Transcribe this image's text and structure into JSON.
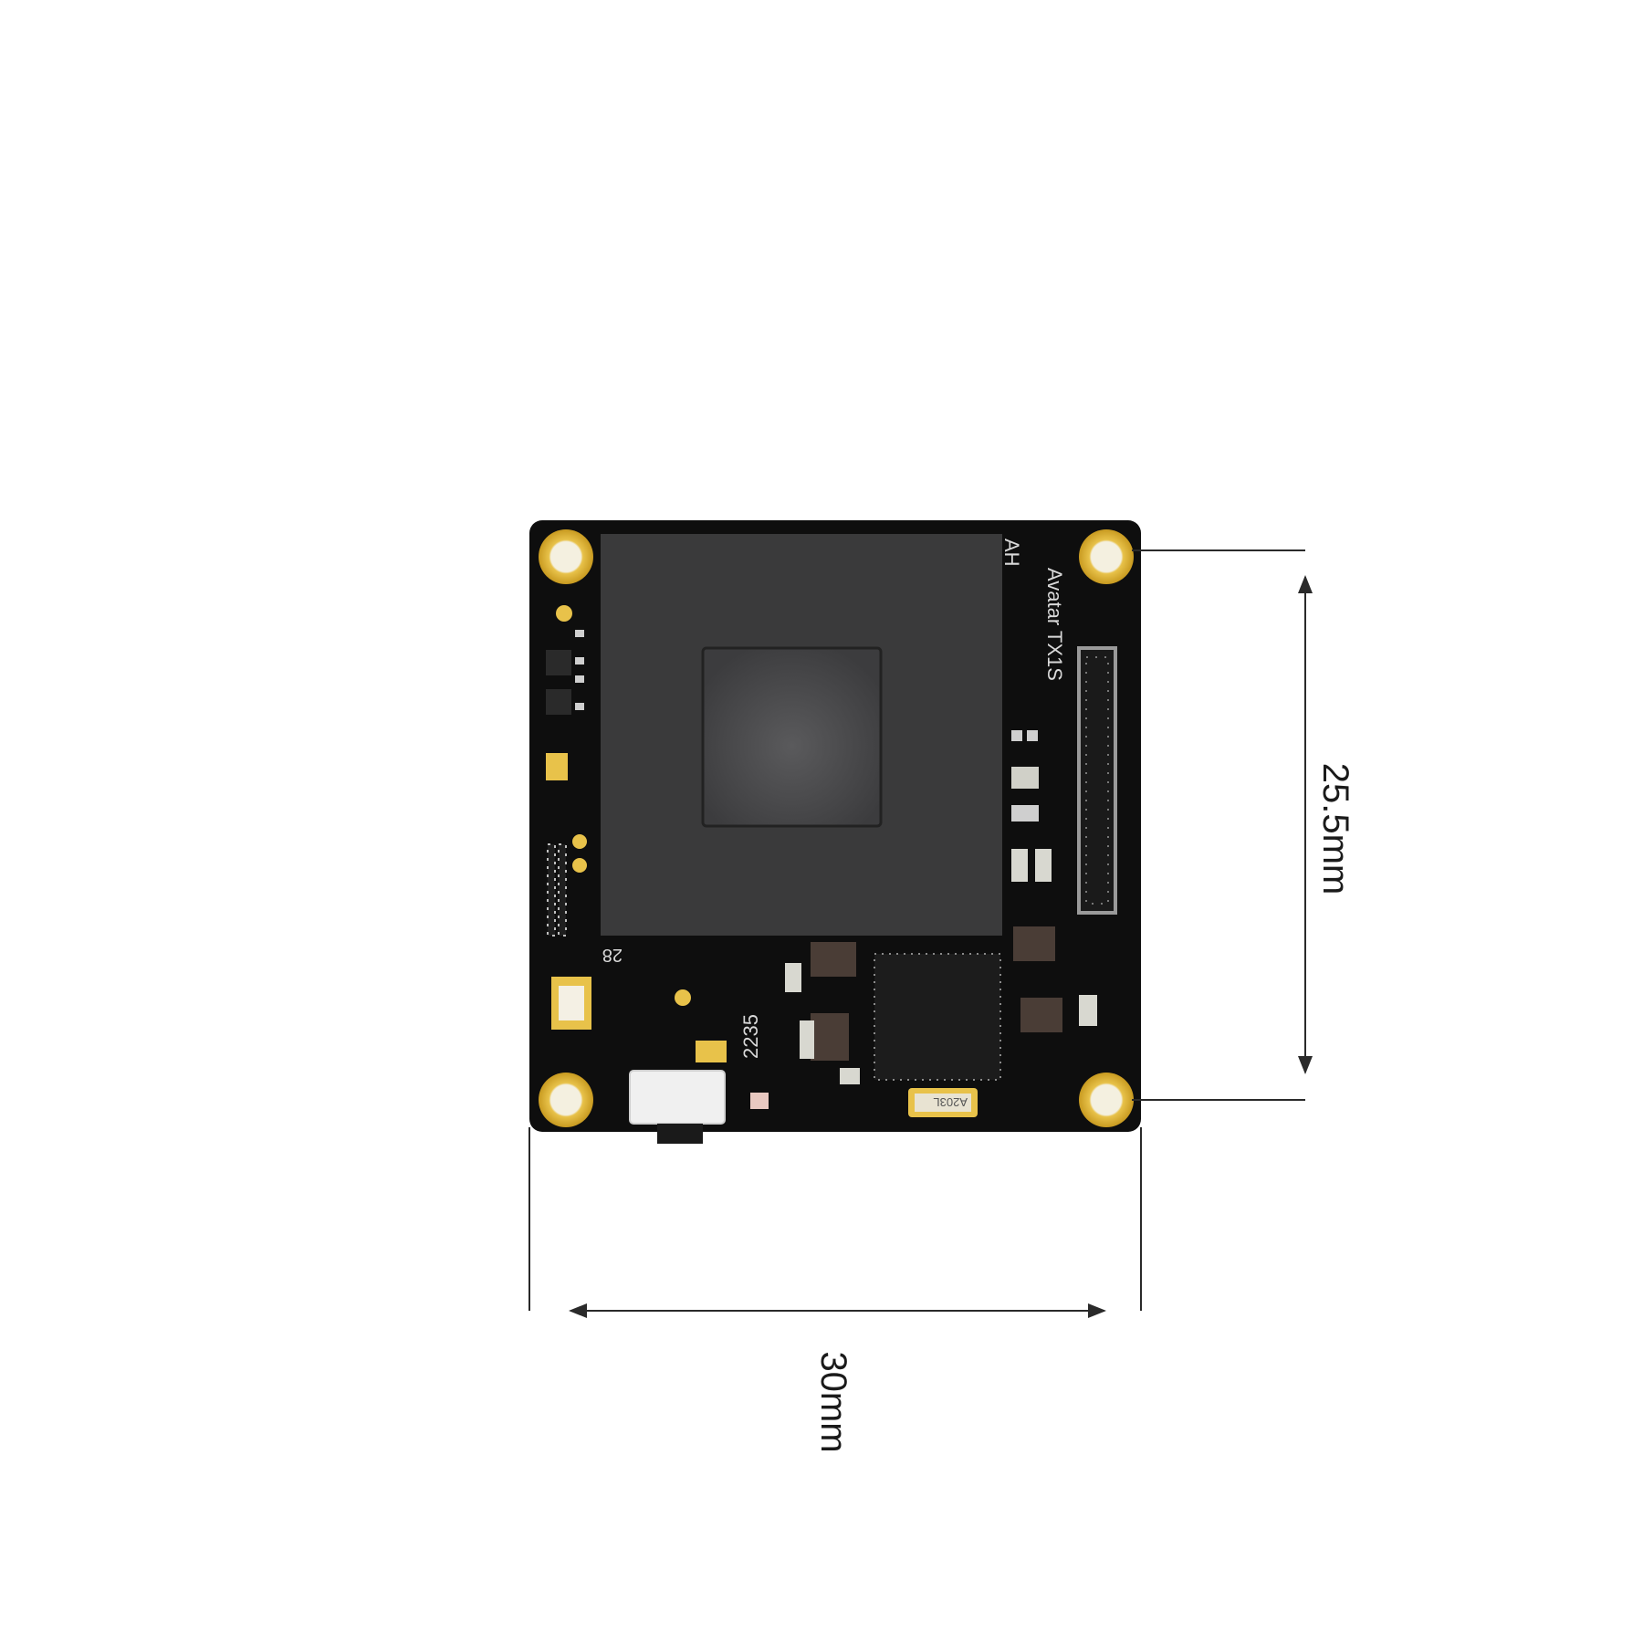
{
  "product": {
    "model_label": "Avatar TX1S",
    "corner_label": "AH",
    "chip_code": "2235",
    "pad_label": "28",
    "crystal_label": "A203L"
  },
  "dimensions": {
    "width_label": "30mm",
    "mount_spacing_label": "25.5mm"
  },
  "colors": {
    "board": "#0e0e0e",
    "shield": "#3a3a3b",
    "sensor": "#4a4a4c",
    "gold": "#e8c24a",
    "dimension_line": "#2a2a2a"
  }
}
